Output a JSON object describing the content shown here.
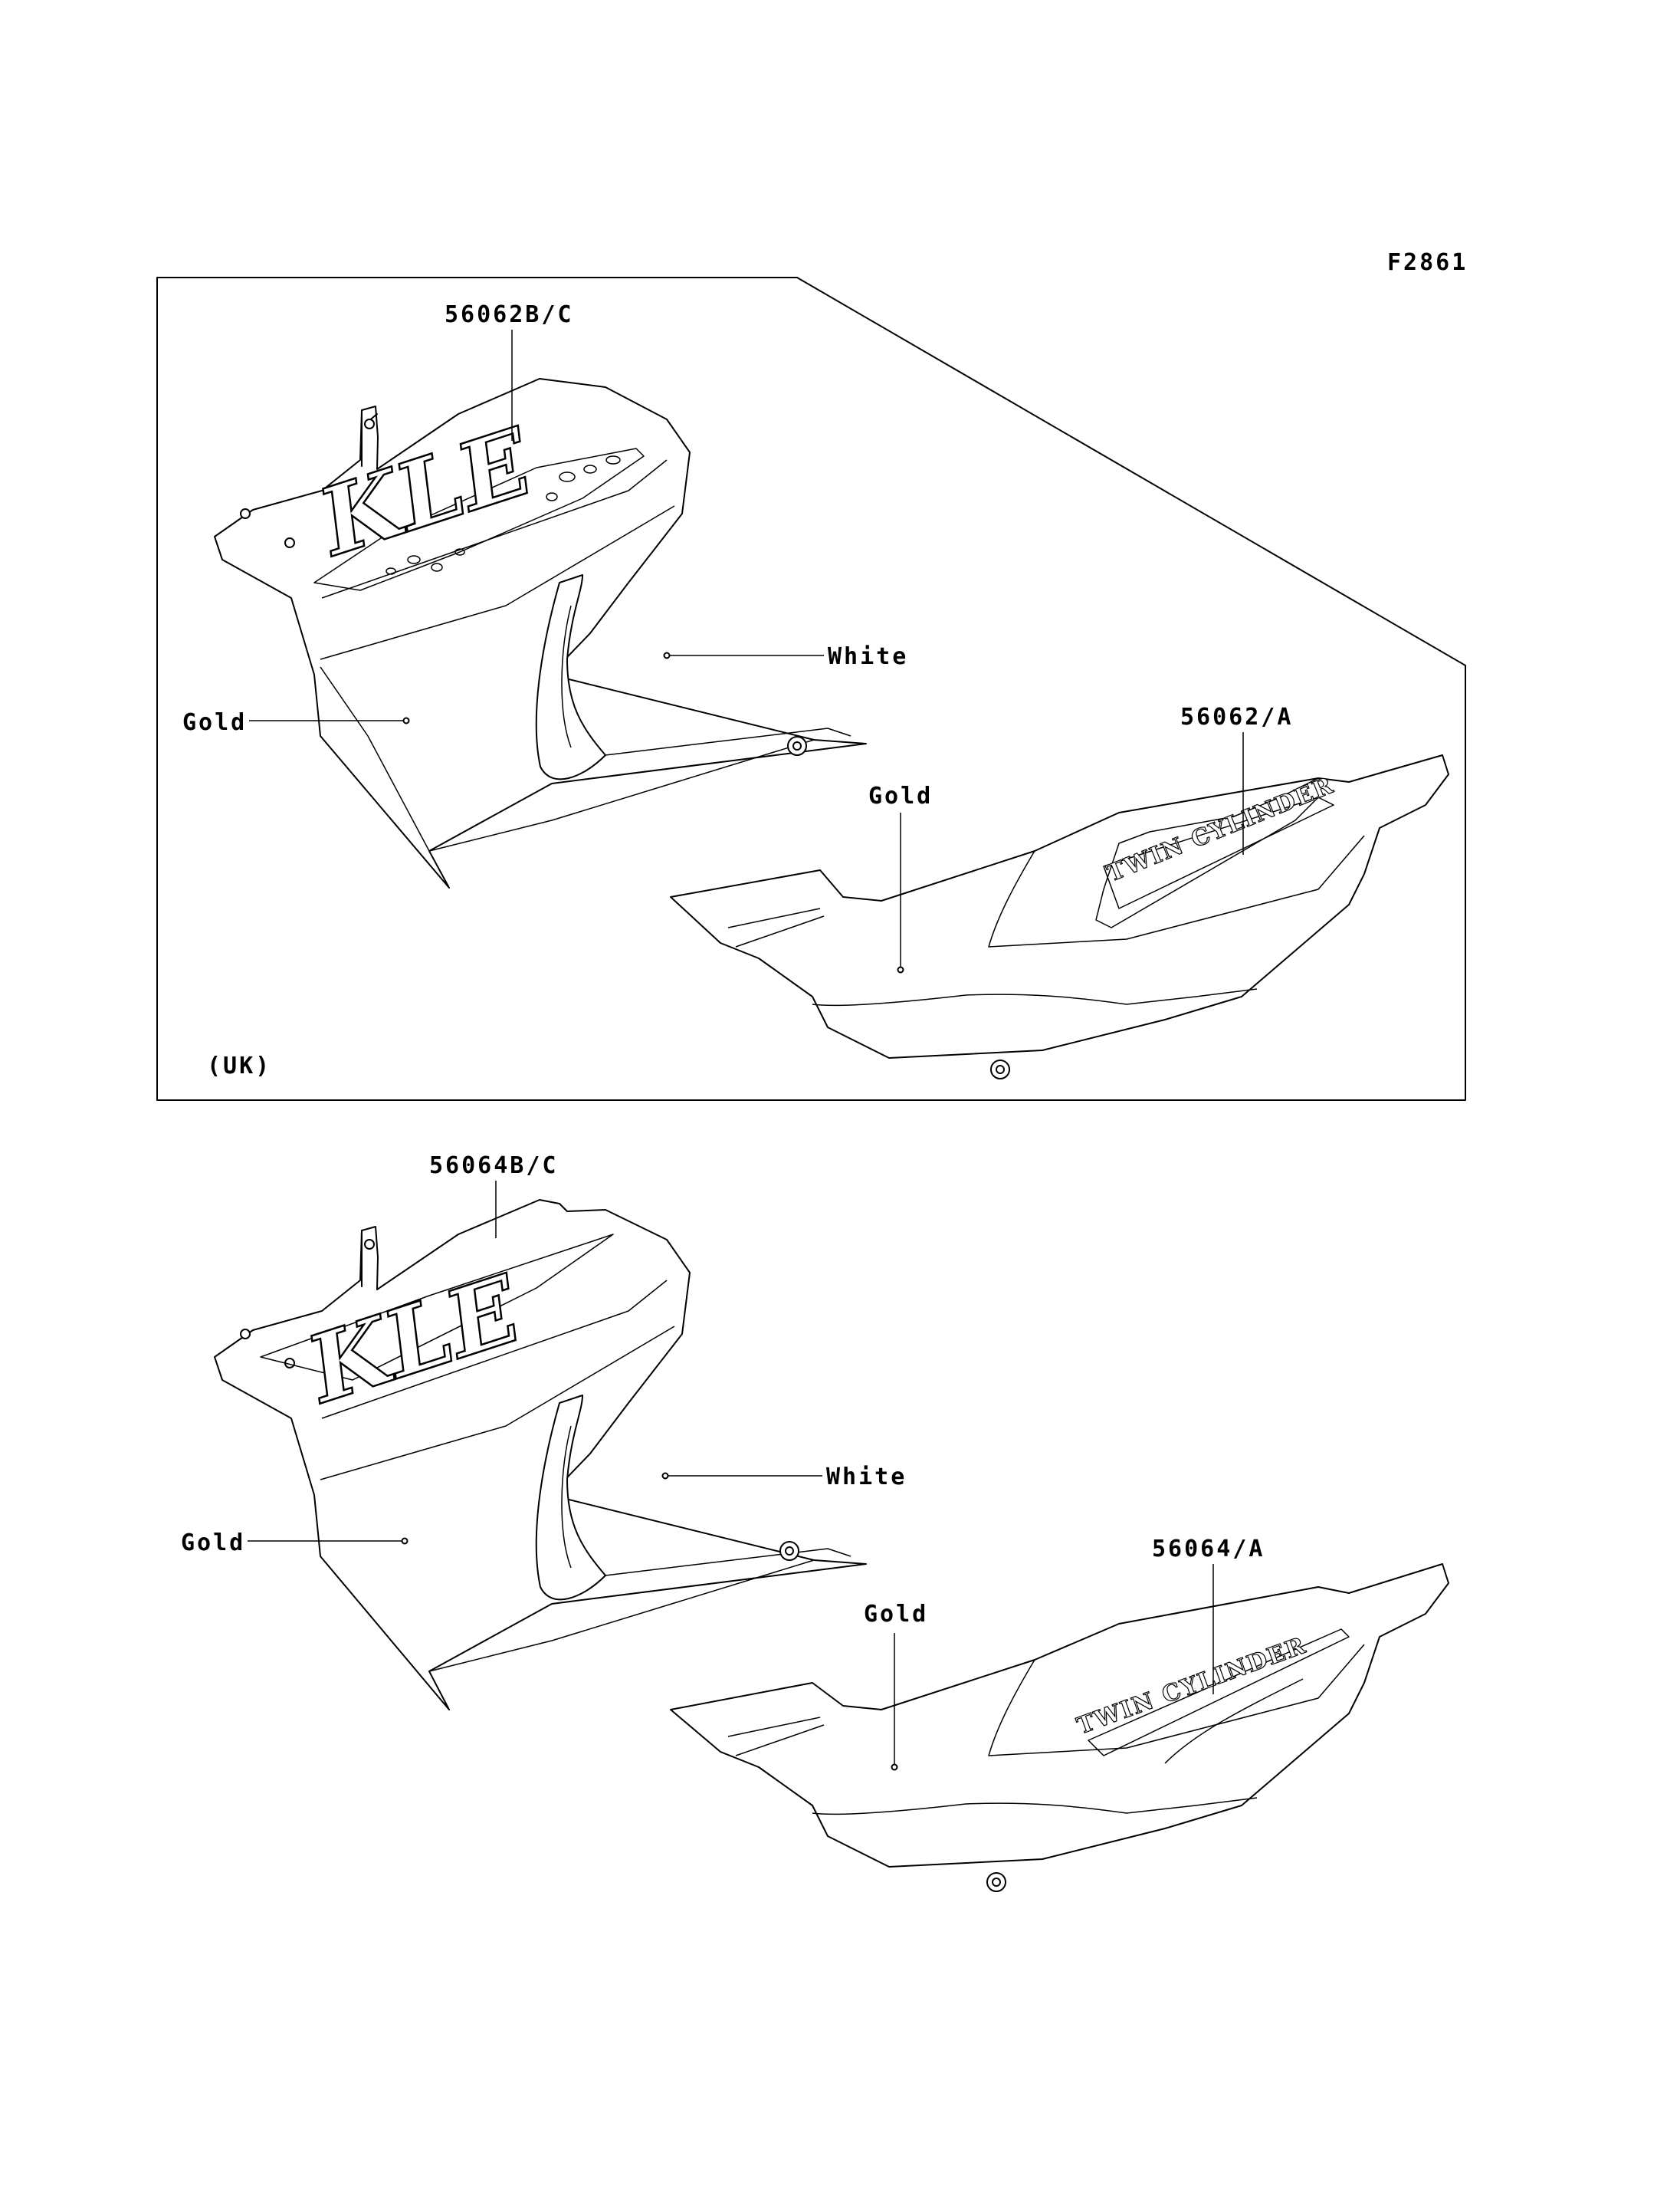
{
  "figure_code": "F2861",
  "uk_panel": {
    "region": "(UK)",
    "front_part_number": "56062B/C",
    "rear_part_number": "56062/A",
    "color_white": "White",
    "color_gold_front": "Gold",
    "color_gold_rear": "Gold",
    "logo_text": "KLE",
    "rear_text": "TWIN CYLINDER"
  },
  "std_panel": {
    "front_part_number": "56064B/C",
    "rear_part_number": "56064/A",
    "color_white": "White",
    "color_gold_front": "Gold",
    "color_gold_rear": "Gold",
    "logo_text": "KLE",
    "rear_text": "TWIN CYLINDER"
  }
}
